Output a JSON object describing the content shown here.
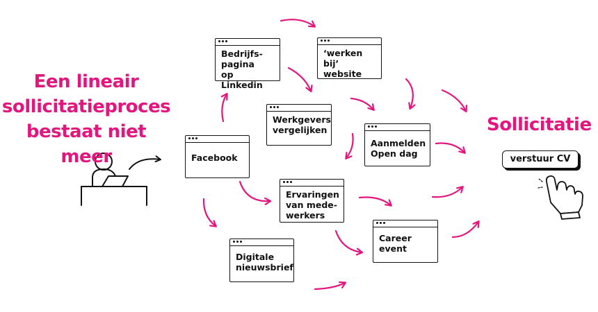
{
  "headline": {
    "lines": [
      "Een lineair",
      "sollicitatieproces",
      "bestaat niet meer"
    ]
  },
  "goal": {
    "title": "Sollicitatie"
  },
  "channels": [
    "Bedrijfs-\npagina\nop Linkedin",
    "‘werken bij’\nwebsite",
    "Werkgevers\nvergelijken",
    "Facebook",
    "Aanmelden\nOpen dag",
    "Ervaringen\nvan mede-\nwerkers",
    "Career\nevent",
    "Digitale\nnieuwsbrief"
  ],
  "cta": {
    "label": "verstuur CV"
  },
  "colors": {
    "accent": "#e5157e",
    "ink": "#111111"
  },
  "icons": [
    "person-at-laptop-icon",
    "pointing-hand-cursor-icon",
    "curved-arrow-icon"
  ]
}
